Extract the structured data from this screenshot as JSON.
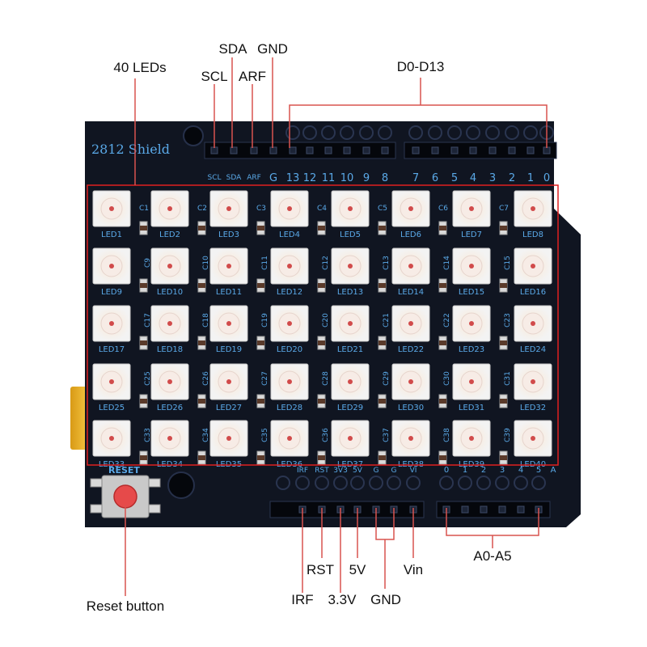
{
  "board": {
    "title": "2812 Shield",
    "reset_silk": "RESET",
    "colors": {
      "pcb": "#101521",
      "silk": "#5aa9e8",
      "callout_line": "#d9534f",
      "led_body": "#f3f3f3"
    }
  },
  "callouts": {
    "leds": "40 LEDs",
    "sda": "SDA",
    "gnd_top": "GND",
    "scl": "SCL",
    "arf": "ARF",
    "digital": "D0-D13",
    "rst": "RST",
    "five_v": "5V",
    "vin": "Vin",
    "analog": "A0-A5",
    "irf": "IRF",
    "three_v3": "3.3V",
    "gnd_bottom": "GND",
    "reset_button": "Reset button"
  },
  "top_header_labels": [
    "SCL",
    "SDA",
    "ARF",
    "G",
    "13",
    "12",
    "11",
    "10",
    "9",
    "8",
    "7",
    "6",
    "5",
    "4",
    "3",
    "2",
    "1",
    "0"
  ],
  "power_header_labels": [
    "IRF",
    "RST",
    "3V3",
    "5V",
    "G",
    "G",
    "VI"
  ],
  "analog_header_labels": [
    "0",
    "1",
    "2",
    "3",
    "4",
    "5",
    "A"
  ],
  "leds": [
    "LED1",
    "LED2",
    "LED3",
    "LED4",
    "LED5",
    "LED6",
    "LED7",
    "LED8",
    "LED9",
    "LED10",
    "LED11",
    "LED12",
    "LED13",
    "LED14",
    "LED15",
    "LED16",
    "LED17",
    "LED18",
    "LED19",
    "LED20",
    "LED21",
    "LED22",
    "LED23",
    "LED24",
    "LED25",
    "LED26",
    "LED27",
    "LED28",
    "LED29",
    "LED30",
    "LED31",
    "LED32",
    "LED33",
    "LED34",
    "LED35",
    "LED36",
    "LED37",
    "LED38",
    "LED39",
    "LED40"
  ],
  "capacitors": [
    "C1",
    "C2",
    "C3",
    "C4",
    "C5",
    "C6",
    "C7",
    "C9",
    "C10",
    "C11",
    "C12",
    "C13",
    "C14",
    "C15",
    "C17",
    "C18",
    "C19",
    "C20",
    "C21",
    "C22",
    "C23",
    "C25",
    "C26",
    "C27",
    "C28",
    "C29",
    "C30",
    "C31",
    "C33",
    "C34",
    "C35",
    "C36",
    "C37",
    "C38",
    "C39"
  ]
}
